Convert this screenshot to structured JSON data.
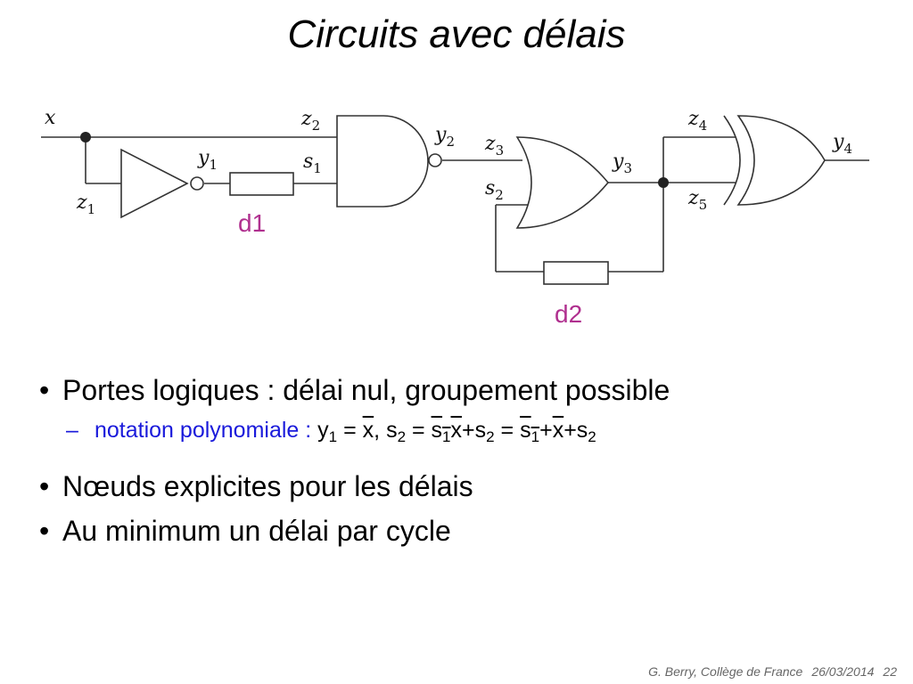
{
  "title": "Circuits avec délais",
  "diagram": {
    "signals": {
      "x": "x",
      "z1": {
        "base": "z",
        "sub": "1"
      },
      "z2": {
        "base": "z",
        "sub": "2"
      },
      "y1": {
        "base": "y",
        "sub": "1"
      },
      "s1": {
        "base": "s",
        "sub": "1"
      },
      "y2": {
        "base": "y",
        "sub": "2"
      },
      "z3": {
        "base": "z",
        "sub": "3"
      },
      "s2": {
        "base": "s",
        "sub": "2"
      },
      "y3": {
        "base": "y",
        "sub": "3"
      },
      "z4": {
        "base": "z",
        "sub": "4"
      },
      "z5": {
        "base": "z",
        "sub": "5"
      },
      "y4": {
        "base": "y",
        "sub": "4"
      }
    },
    "delays": [
      "d1",
      "d2"
    ]
  },
  "bullets": [
    {
      "text": "Portes logiques : délai nul, groupement possible",
      "sub": {
        "label": "notation polynomiale :",
        "formula": {
          "y1": "y",
          "y1_sub": "1",
          "eq1": "=",
          "x1": "x",
          "comma": ",",
          "s2a": "s",
          "s2a_sub": "2",
          "eq2": "=",
          "s1x_s": "s",
          "s1x_sub": "1",
          "s1x_x": "x",
          "plus1": "+",
          "s2b": "s",
          "s2b_sub": "2",
          "eq3": "=",
          "s1c": "s",
          "s1c_sub": "1",
          "plus2": "+",
          "x2": "x",
          "plus3": "+",
          "s2c": "s",
          "s2c_sub": "2"
        }
      }
    },
    {
      "text": "Nœuds explicites pour les délais"
    },
    {
      "text": "Au minimum un délai par cycle"
    }
  ],
  "footer": {
    "author": "G. Berry, Collège de France",
    "date": "26/03/2014",
    "page": "22"
  }
}
